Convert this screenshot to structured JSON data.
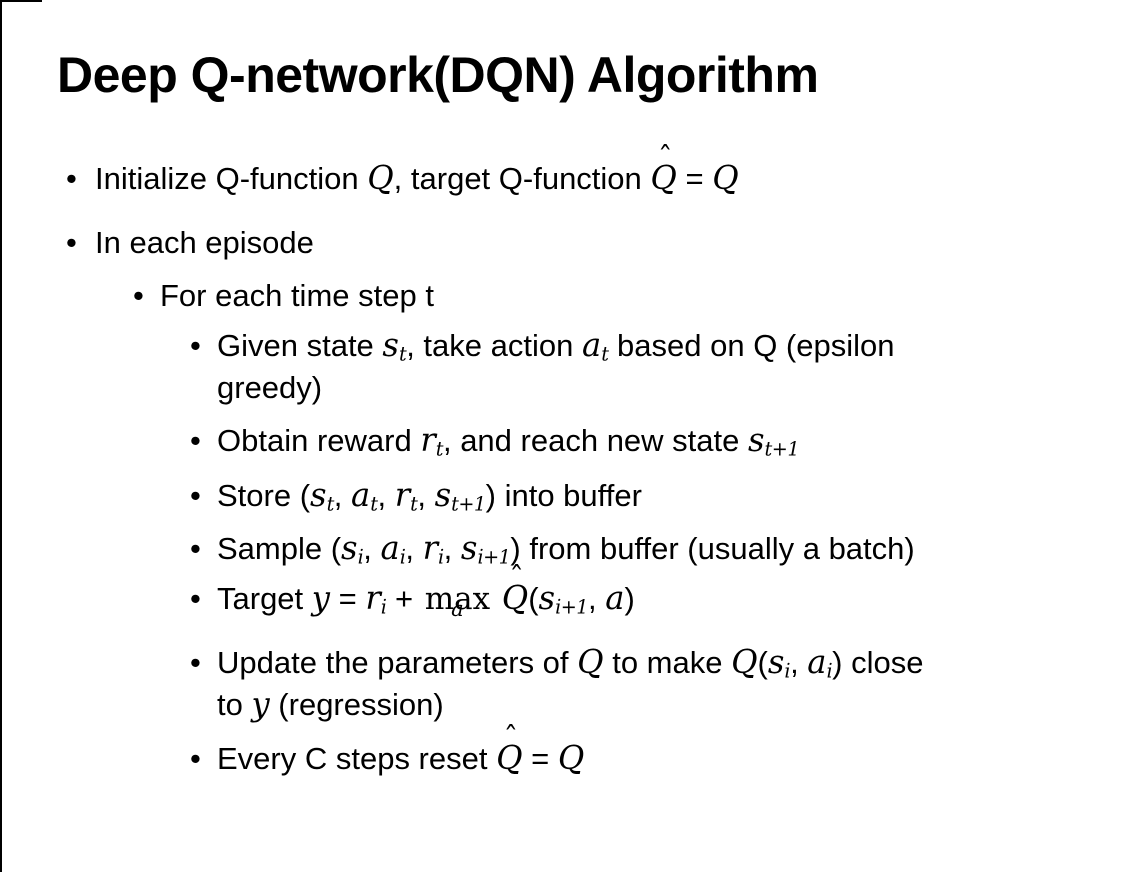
{
  "slide": {
    "title": "Deep Q-network(DQN) Algorithm",
    "bullets": [
      {
        "level": 1,
        "segments": [
          {
            "t": "txt",
            "v": "Initialize Q-function "
          },
          {
            "t": "mi",
            "v": "Q"
          },
          {
            "t": "txt",
            "v": ", target Q-function "
          },
          {
            "t": "mihat",
            "v": "Q"
          },
          {
            "t": "txt",
            "v": " = "
          },
          {
            "t": "mi",
            "v": "Q"
          }
        ]
      },
      {
        "level": 1,
        "segments": [
          {
            "t": "txt",
            "v": "In each episode"
          }
        ]
      },
      {
        "level": 2,
        "segments": [
          {
            "t": "txt",
            "v": "For each time step t"
          }
        ]
      },
      {
        "level": 3,
        "segments": [
          {
            "t": "txt",
            "v": "Given state "
          },
          {
            "t": "mi",
            "v": "s"
          },
          {
            "t": "sub",
            "v": "t"
          },
          {
            "t": "txt",
            "v": ", take action "
          },
          {
            "t": "mi",
            "v": "a"
          },
          {
            "t": "sub",
            "v": "t"
          },
          {
            "t": "txt",
            "v": " based on Q (epsilon"
          },
          {
            "t": "br"
          },
          {
            "t": "txt",
            "v": "greedy)"
          }
        ]
      },
      {
        "level": 3,
        "segments": [
          {
            "t": "txt",
            "v": "Obtain reward "
          },
          {
            "t": "mi",
            "v": "r"
          },
          {
            "t": "sub",
            "v": "t"
          },
          {
            "t": "txt",
            "v": ", and reach new state "
          },
          {
            "t": "mi",
            "v": "s"
          },
          {
            "t": "sub",
            "v": "t+1"
          }
        ]
      },
      {
        "level": 3,
        "segments": [
          {
            "t": "txt",
            "v": "Store ("
          },
          {
            "t": "mi",
            "v": "s"
          },
          {
            "t": "sub",
            "v": "t"
          },
          {
            "t": "txt",
            "v": ", "
          },
          {
            "t": "mi",
            "v": "a"
          },
          {
            "t": "sub",
            "v": "t"
          },
          {
            "t": "txt",
            "v": ", "
          },
          {
            "t": "mi",
            "v": "r"
          },
          {
            "t": "sub",
            "v": "t"
          },
          {
            "t": "txt",
            "v": ", "
          },
          {
            "t": "mi",
            "v": "s"
          },
          {
            "t": "sub",
            "v": "t+1"
          },
          {
            "t": "txt",
            "v": ") into buffer"
          }
        ]
      },
      {
        "level": 3,
        "segments": [
          {
            "t": "txt",
            "v": "Sample ("
          },
          {
            "t": "mi",
            "v": "s"
          },
          {
            "t": "sub",
            "v": "i"
          },
          {
            "t": "txt",
            "v": ", "
          },
          {
            "t": "mi",
            "v": "a"
          },
          {
            "t": "sub",
            "v": "i"
          },
          {
            "t": "txt",
            "v": ", "
          },
          {
            "t": "mi",
            "v": "r"
          },
          {
            "t": "sub",
            "v": "i"
          },
          {
            "t": "txt",
            "v": ", "
          },
          {
            "t": "mi",
            "v": "s"
          },
          {
            "t": "sub",
            "v": "i+1"
          },
          {
            "t": "txt",
            "v": ") from buffer (usually a batch)"
          }
        ]
      },
      {
        "level": 3,
        "segments": [
          {
            "t": "txt",
            "v": "Target "
          },
          {
            "t": "mi",
            "v": "y"
          },
          {
            "t": "txt",
            "v": " = "
          },
          {
            "t": "mi",
            "v": "r"
          },
          {
            "t": "sub",
            "v": "i"
          },
          {
            "t": "txt",
            "v": " + "
          },
          {
            "t": "maxop",
            "v": "max",
            "u": "a"
          },
          {
            "t": "txt",
            "v": " "
          },
          {
            "t": "mihat",
            "v": "Q"
          },
          {
            "t": "txt",
            "v": "("
          },
          {
            "t": "mi",
            "v": "s"
          },
          {
            "t": "sub",
            "v": "i+1"
          },
          {
            "t": "txt",
            "v": ", "
          },
          {
            "t": "mi",
            "v": "a"
          },
          {
            "t": "txt",
            "v": ")"
          }
        ]
      },
      {
        "level": 3,
        "segments": [
          {
            "t": "txt",
            "v": "Update the parameters of "
          },
          {
            "t": "mi",
            "v": "Q"
          },
          {
            "t": "txt",
            "v": " to make "
          },
          {
            "t": "mi",
            "v": "Q"
          },
          {
            "t": "txt",
            "v": "("
          },
          {
            "t": "mi",
            "v": "s"
          },
          {
            "t": "sub",
            "v": "i"
          },
          {
            "t": "txt",
            "v": ", "
          },
          {
            "t": "mi",
            "v": "a"
          },
          {
            "t": "sub",
            "v": "i"
          },
          {
            "t": "txt",
            "v": ") close"
          },
          {
            "t": "br"
          },
          {
            "t": "txt",
            "v": "to "
          },
          {
            "t": "mi",
            "v": "y"
          },
          {
            "t": "txt",
            "v": " (regression)"
          }
        ]
      },
      {
        "level": 3,
        "segments": [
          {
            "t": "txt",
            "v": "Every C steps reset "
          },
          {
            "t": "mihat",
            "v": "Q"
          },
          {
            "t": "txt",
            "v": " = "
          },
          {
            "t": "mi",
            "v": "Q"
          }
        ]
      }
    ]
  },
  "glyphs": {
    "bullet": "•",
    "hat": "ˆ"
  },
  "colors": {
    "text": "#000000",
    "background": "#ffffff",
    "border": "#000000"
  }
}
